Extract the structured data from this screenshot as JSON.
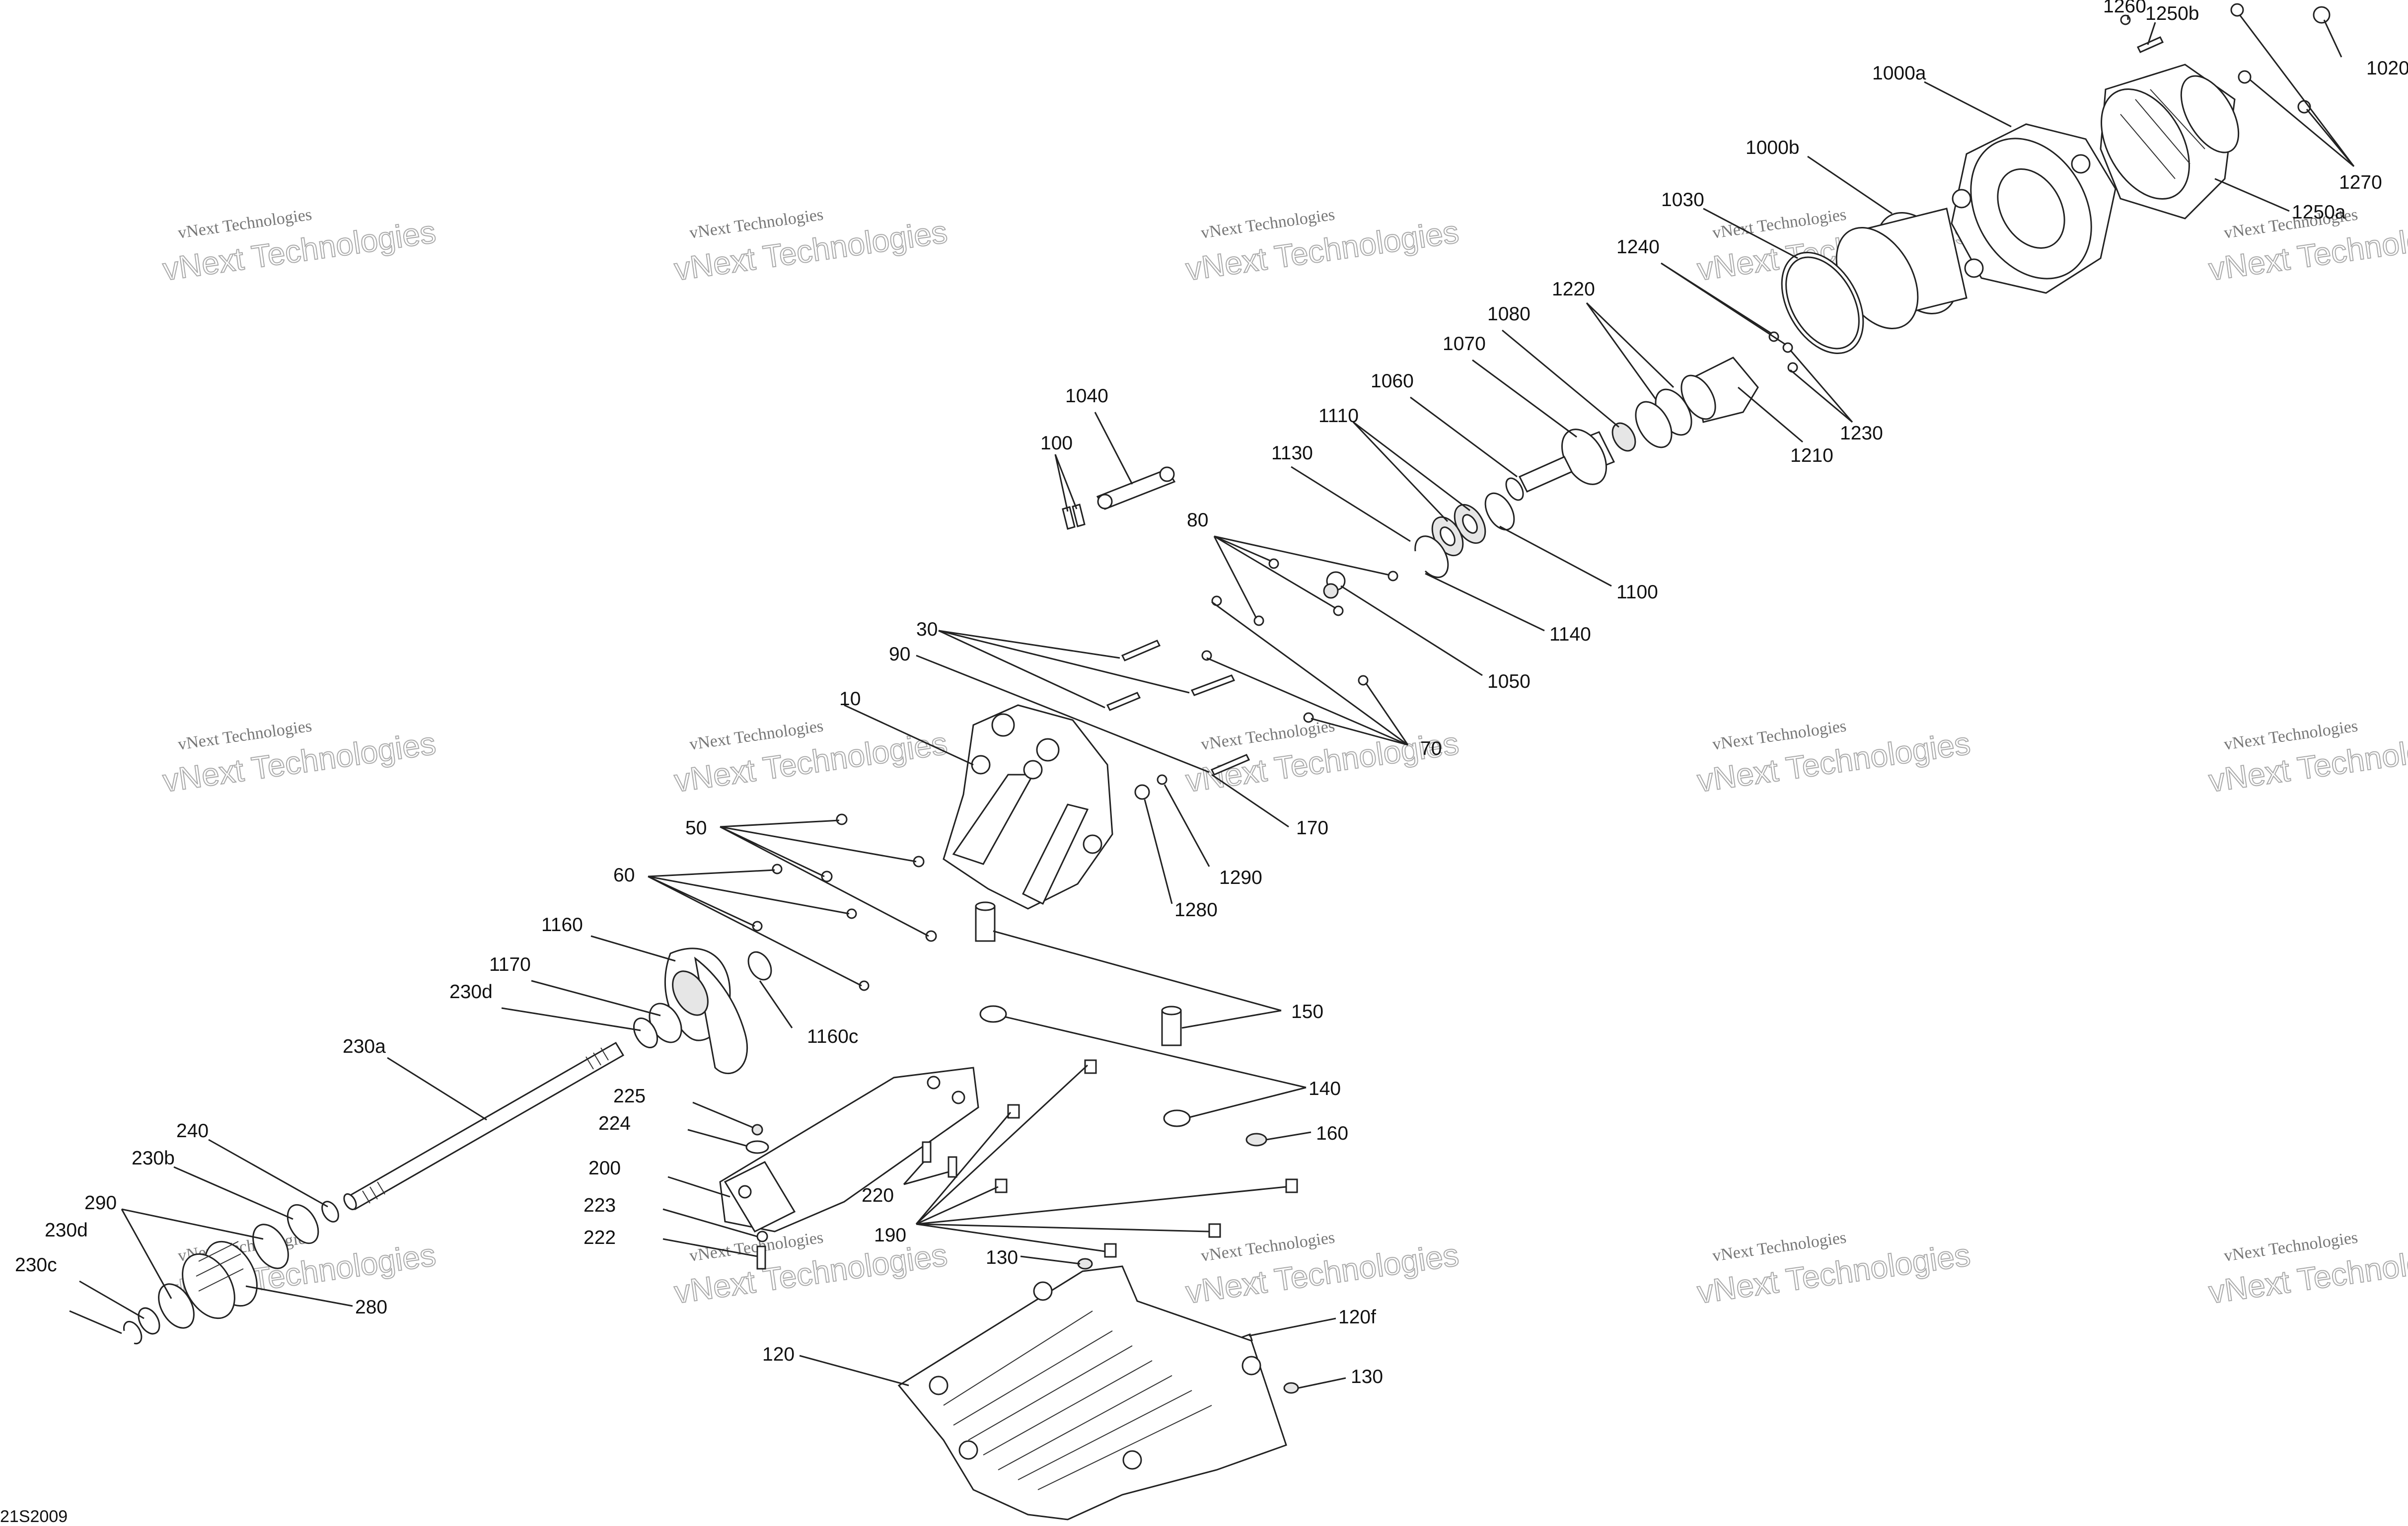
{
  "drawing_id": "21S2009",
  "watermark": {
    "line1": "vNext Technologies",
    "line2": "vNext Technologies"
  },
  "callouts": {
    "c1260": "1260",
    "c1250b": "1250b",
    "c1020": "1020",
    "c1000a": "1000a",
    "c1000b": "1000b",
    "c1270": "1270",
    "c1250a": "1250a",
    "c1030": "1030",
    "c1240": "1240",
    "c1220": "1220",
    "c1080": "1080",
    "c1070": "1070",
    "c1060": "1060",
    "c1230": "1230",
    "c1210": "1210",
    "c1110": "1110",
    "c1130": "1130",
    "c1040": "1040",
    "c100": "100",
    "c80": "80",
    "c1100": "1100",
    "c1140": "1140",
    "c1050": "1050",
    "c30": "30",
    "c90": "90",
    "c10": "10",
    "c70": "70",
    "c170": "170",
    "c1290": "1290",
    "c1280": "1280",
    "c50": "50",
    "c60": "60",
    "c1160": "1160",
    "c1170": "1170",
    "c230d_top": "230d",
    "c1160c": "1160c",
    "c150": "150",
    "c230a": "230a",
    "c225": "225",
    "c224": "224",
    "c140": "140",
    "c160": "160",
    "c240": "240",
    "c200": "200",
    "c230b": "230b",
    "c220": "220",
    "c223": "223",
    "c290": "290",
    "c190": "190",
    "c222": "222",
    "c230d": "230d",
    "c130_a": "130",
    "c230c": "230c",
    "c280": "280",
    "c120f": "120f",
    "c120": "120",
    "c130_b": "130"
  }
}
